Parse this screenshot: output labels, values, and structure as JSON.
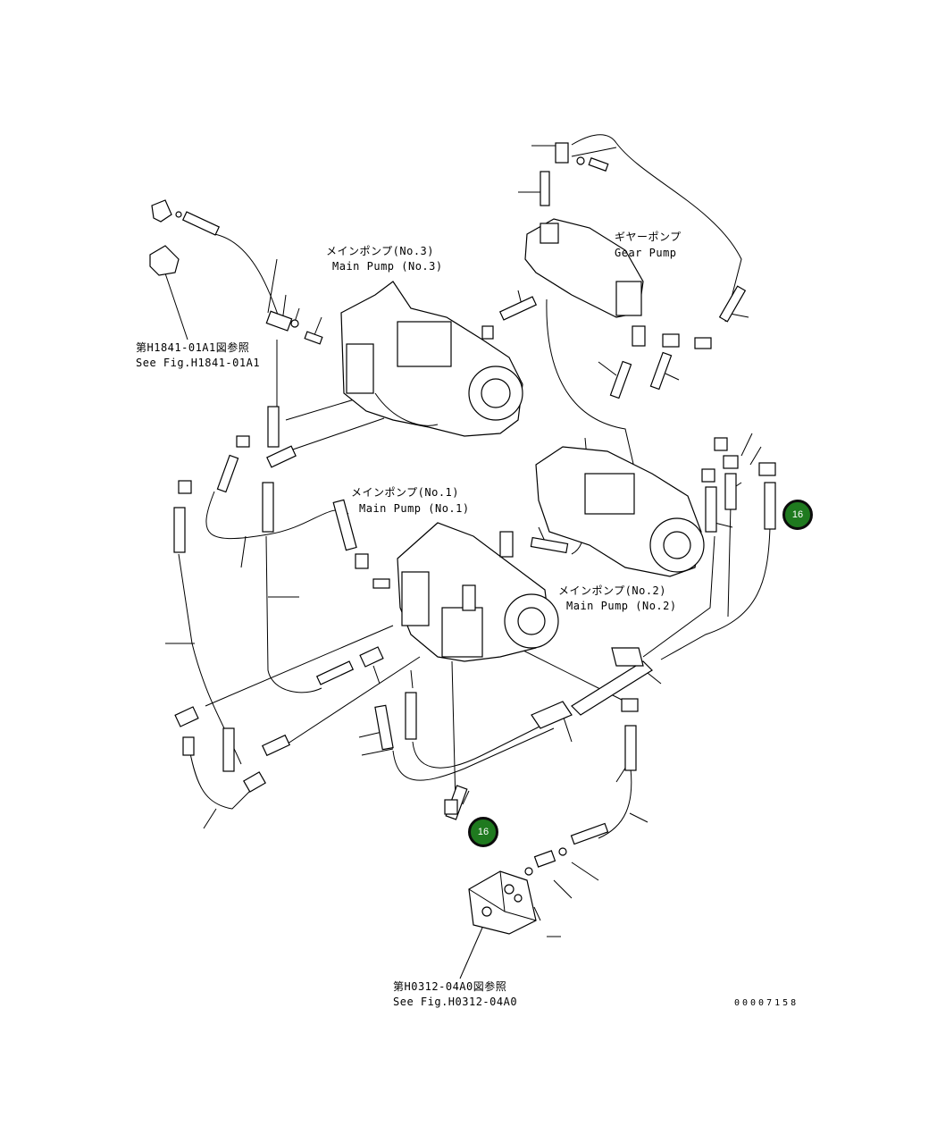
{
  "labels": {
    "main_pump_no3": {
      "jp": "メインポンプ(No.3)",
      "en": "Main Pump (No.3)"
    },
    "gear_pump": {
      "jp": "ギヤーポンプ",
      "en": "Gear Pump"
    },
    "main_pump_no1": {
      "jp": "メインポンプ(No.1)",
      "en": "Main Pump (No.1)"
    },
    "main_pump_no2": {
      "jp": "メインポンプ(No.2)",
      "en": "Main Pump (No.2)"
    },
    "ref_h1841": {
      "jp": "第H1841-01A1図参照",
      "en": "See Fig.H1841-01A1"
    },
    "ref_h0312": {
      "jp": "第H0312-04A0図参照",
      "en": "See Fig.H0312-04A0"
    }
  },
  "callouts": [
    {
      "number": "16"
    },
    {
      "number": "16"
    }
  ],
  "document_number": "00007158",
  "colors": {
    "callout_fill": "#1f7a1f",
    "callout_border": "#0c0c0c",
    "line": "#000000"
  }
}
